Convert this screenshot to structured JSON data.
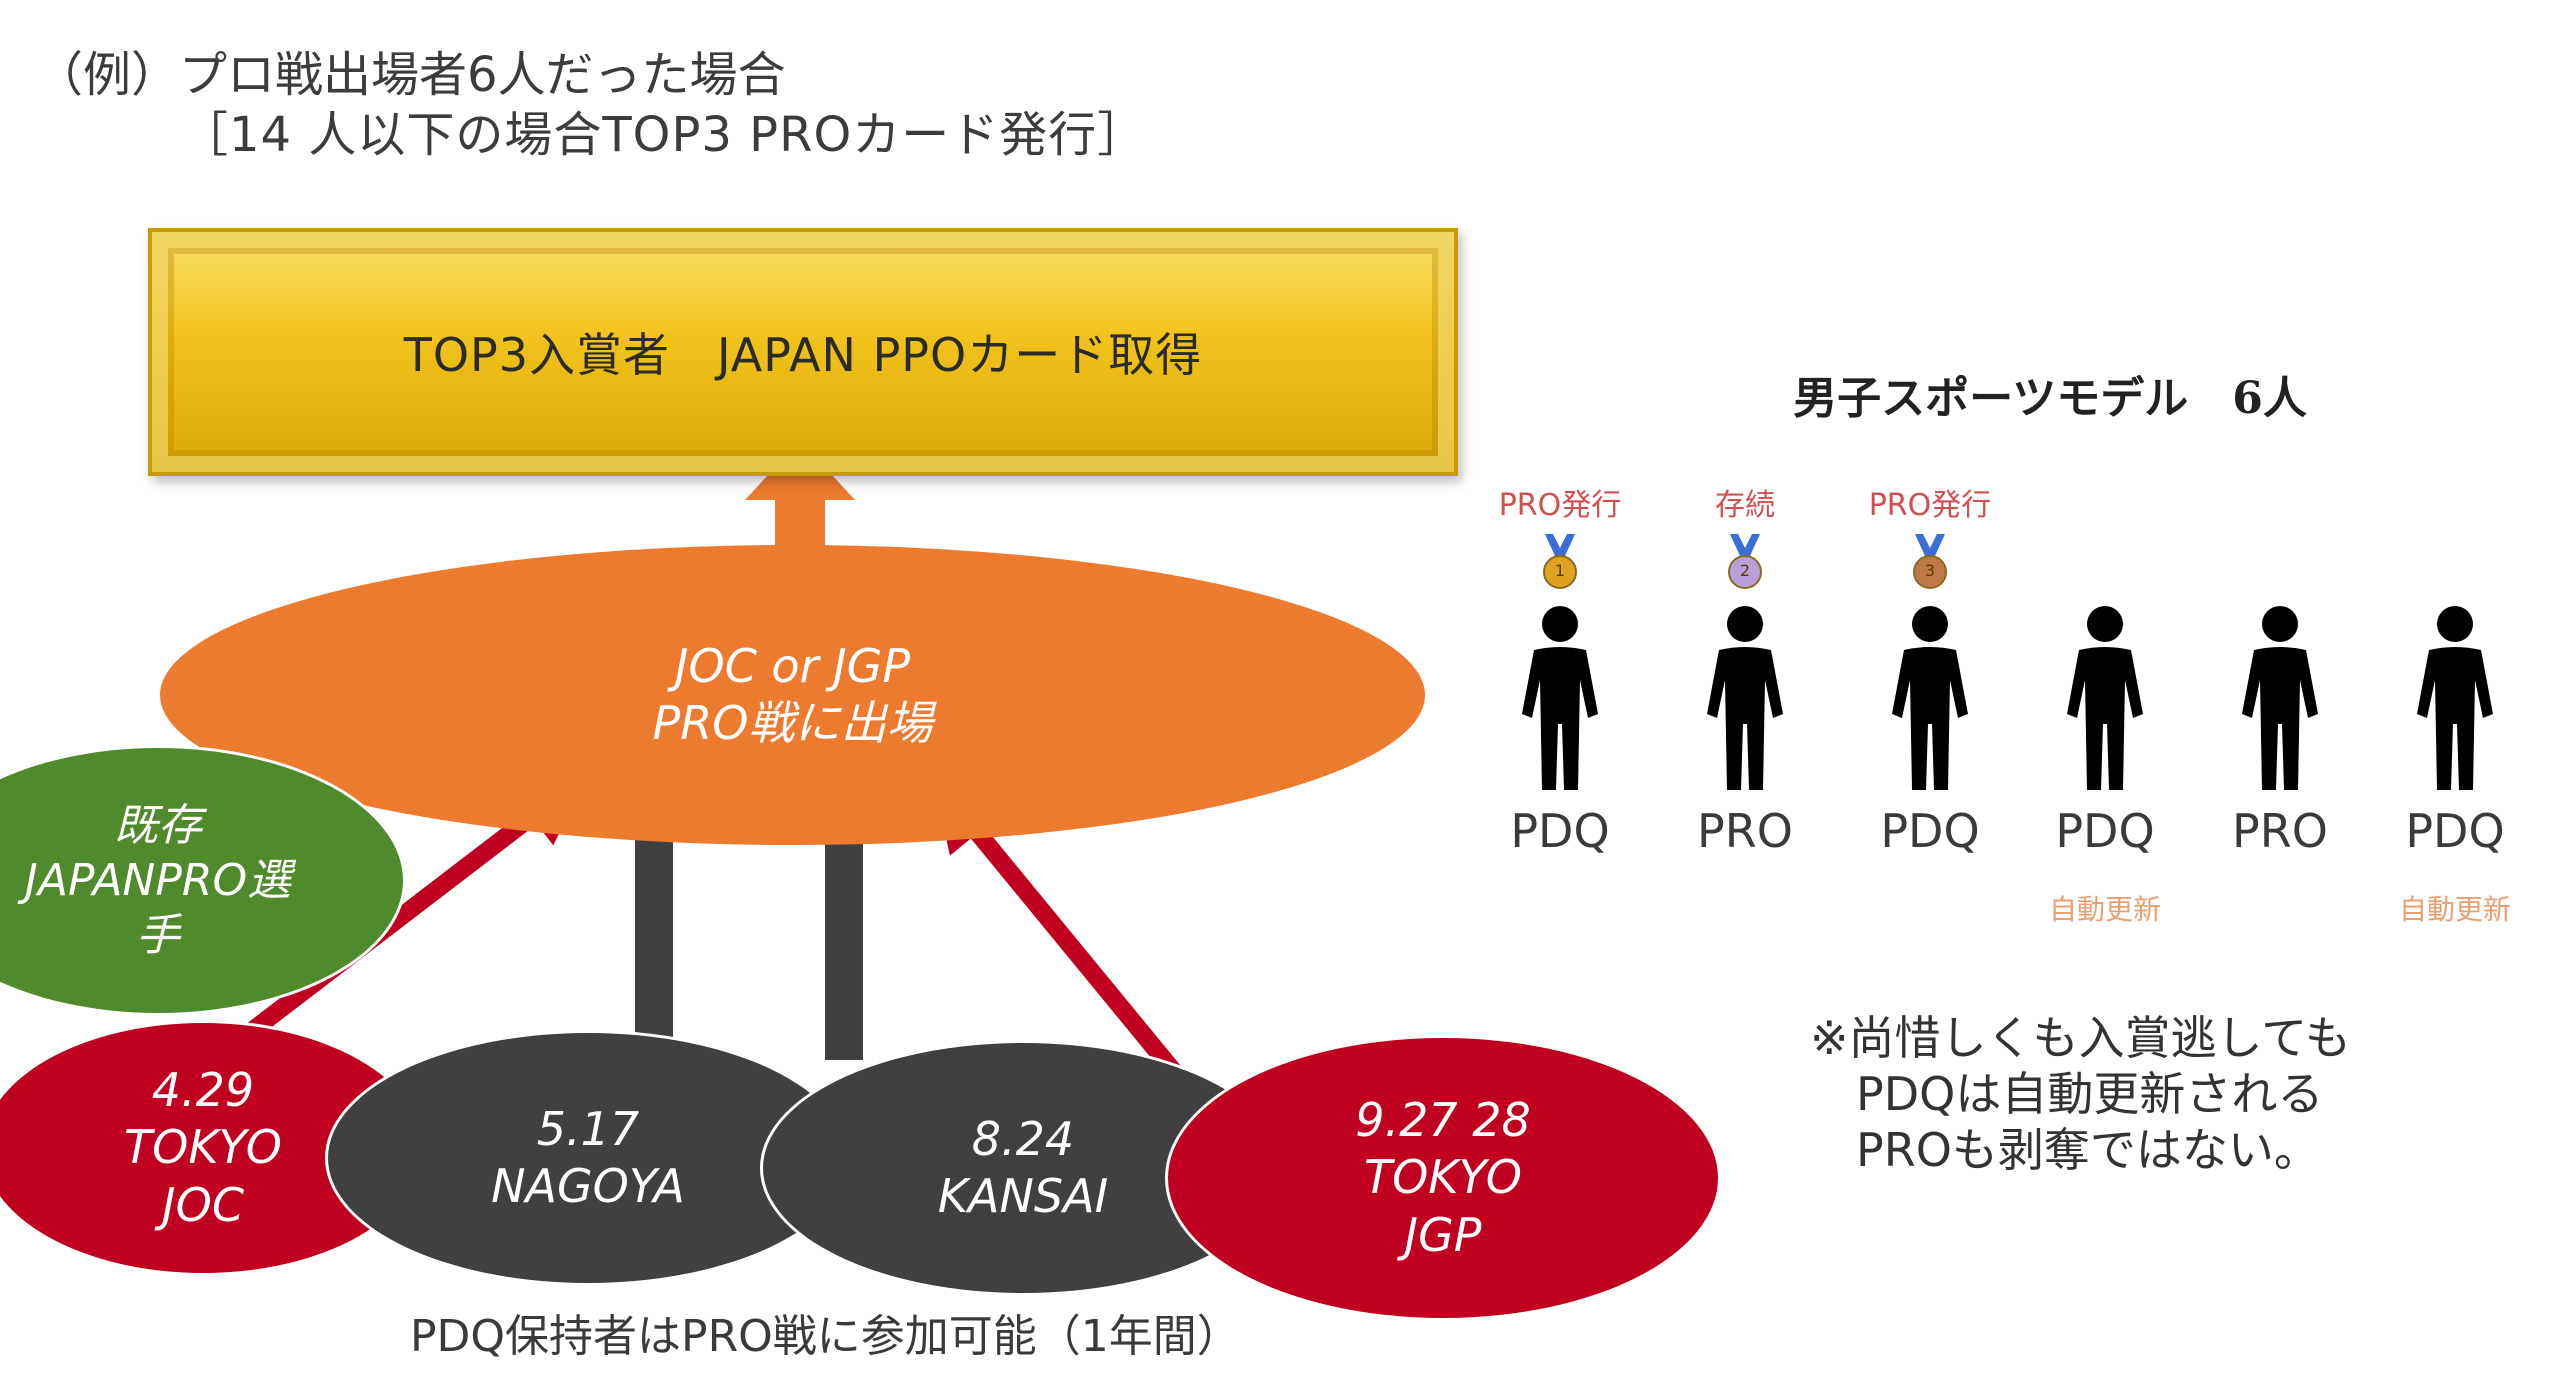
{
  "header": {
    "line1": "（例）プロ戦出場者6人だった場合",
    "line2": "［14 人以下の場合TOP3 PROカード発行］"
  },
  "banner": {
    "text": "TOP3入賞者　JAPAN PPOカード取得"
  },
  "center_node": {
    "line1": "JOC or  JGP",
    "line2": "PRO戦に出場"
  },
  "existing_node": {
    "text": "既存\nJAPANPRO選\n手"
  },
  "events": [
    {
      "text": "4.29\nTOKYO\nJOC"
    },
    {
      "text": "5.17\nNAGOYA"
    },
    {
      "text": "8.24\nKANSAI"
    },
    {
      "text": "9.27 28\nTOKYO\nJGP"
    }
  ],
  "models": {
    "title": "男子スポーツモデル　6人",
    "items": [
      {
        "top": "PRO発行",
        "medal": "1",
        "code": "PDQ",
        "bottom": ""
      },
      {
        "top": "存続",
        "medal": "2",
        "code": "PRO",
        "bottom": ""
      },
      {
        "top": "PRO発行",
        "medal": "3",
        "code": "PDQ",
        "bottom": ""
      },
      {
        "top": "",
        "medal": "",
        "code": "PDQ",
        "bottom": "自動更新"
      },
      {
        "top": "",
        "medal": "",
        "code": "PRO",
        "bottom": ""
      },
      {
        "top": "",
        "medal": "",
        "code": "PDQ",
        "bottom": "自動更新"
      }
    ]
  },
  "note": {
    "text": "※尚惜しくも入賞逃しても\n　PDQは自動更新される\n　PROも剥奪ではない。"
  },
  "footer": {
    "text": "PDQ保持者はPRO戦に参加可能（1年間）"
  },
  "colors": {
    "orange": "#ec7b30",
    "green": "#4f8a2c",
    "red": "#c00020",
    "dark": "#404040",
    "gold": "#f1c21b"
  }
}
